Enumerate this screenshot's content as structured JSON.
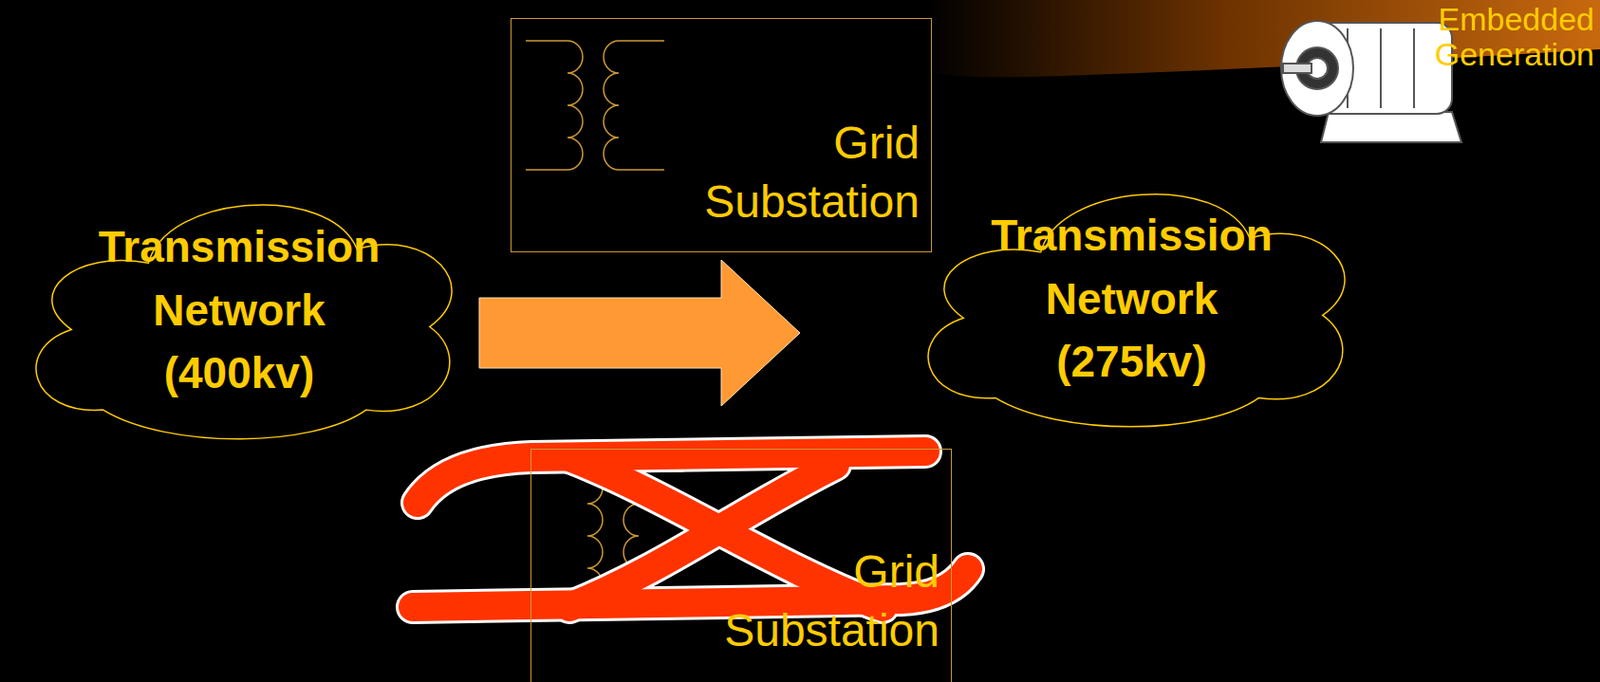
{
  "diagram": {
    "nodes": [
      {
        "text": [
          "Grid Substation"
        ]
      },
      {
        "text": [
          "Transmission Network (400kv)"
        ]
      },
      {
        "text": [
          "Transmission Network (275kv)"
        ]
      },
      {
        "text": [
          "Grid Substation"
        ]
      }
    ],
    "edges": [
      {
        "from": 1,
        "to": 2,
        "arrow": "to"
      }
    ],
    "labels": [
      "Embedded Generation"
    ]
  }
}
